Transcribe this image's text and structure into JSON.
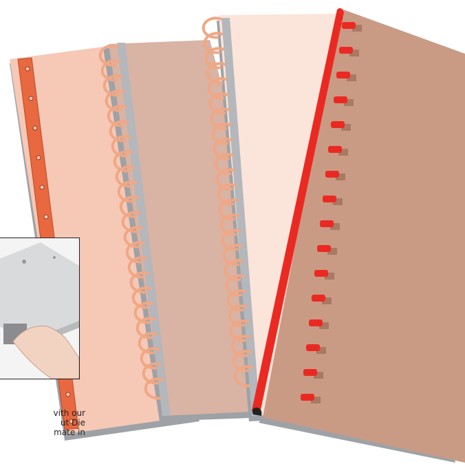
{
  "caption": {
    "line1": "vith our",
    "line2": "ut  Die",
    "line3": "mate in"
  },
  "colors": {
    "page_back": "#f6c8b6",
    "page_mid": "#d9b3a4",
    "page_front": "#c99b85",
    "page_light": "#fbe4da",
    "comb_strip": "#e8683f",
    "coil": "#f0a784",
    "spine_gray": "#9da0a5",
    "clicker": "#ea2a22",
    "tab_brown": "#a87a63"
  },
  "icons": {
    "binding_comb": "strip-binding-icon",
    "spiral": "spiral-coil-icon",
    "clicker": "clicker-comb-icon"
  }
}
